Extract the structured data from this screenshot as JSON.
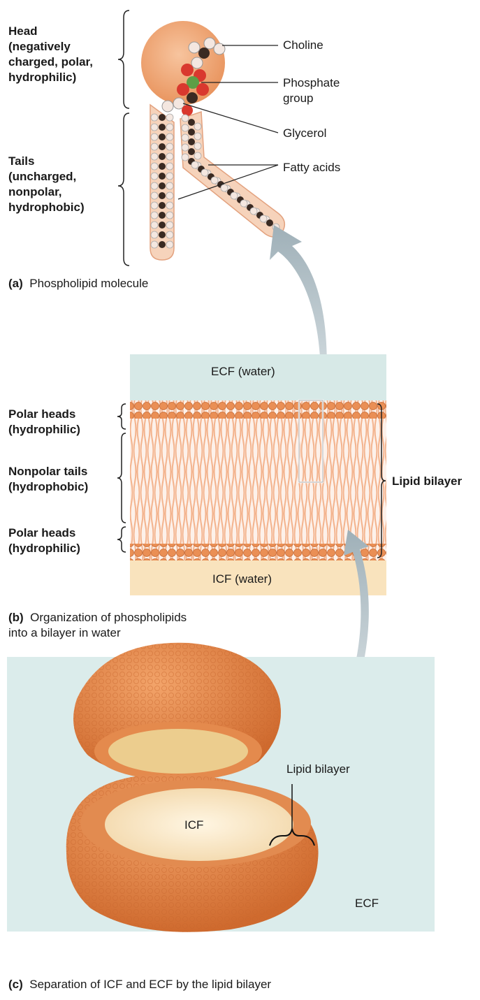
{
  "panel_a": {
    "head_label": [
      "Head",
      "(negatively",
      "charged, polar,",
      "hydrophilic)"
    ],
    "tails_label": [
      "Tails",
      "(uncharged,",
      "nonpolar,",
      "hydrophobic)"
    ],
    "choline": "Choline",
    "phosphate": [
      "Phosphate",
      "group"
    ],
    "glycerol": "Glycerol",
    "fatty_acids": "Fatty acids",
    "caption_letter": "(a)",
    "caption_text": "Phospholipid molecule"
  },
  "panel_b": {
    "ecf_water": "ECF (water)",
    "icf_water": "ICF (water)",
    "polar_heads_top": [
      "Polar heads",
      "(hydrophilic)"
    ],
    "nonpolar_tails": [
      "Nonpolar tails",
      "(hydrophobic)"
    ],
    "polar_heads_bottom": [
      "Polar heads",
      "(hydrophilic)"
    ],
    "lipid_bilayer": "Lipid bilayer",
    "caption_letter": "(b)",
    "caption_text": [
      "Organization of phospholipids",
      "into a bilayer in water"
    ]
  },
  "panel_c": {
    "lipid_bilayer": "Lipid bilayer",
    "icf": "ICF",
    "ecf": "ECF",
    "caption_letter": "(c)",
    "caption_text": "Separation of ICF and ECF by the lipid bilayer"
  },
  "colors": {
    "head_orange": "#f0a070",
    "bilayer_orange": "#e8884a",
    "ecf_blue": "#d6e8e6",
    "icf_cream": "#f9e4bf",
    "arrow_gray": "#b9c6cc"
  }
}
